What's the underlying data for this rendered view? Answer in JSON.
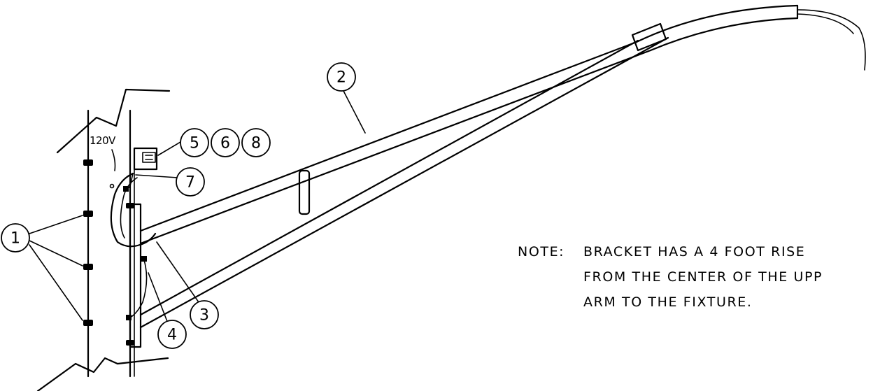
{
  "voltage_label": "120V",
  "callouts": [
    "1",
    "2",
    "3",
    "4",
    "5",
    "6",
    "7",
    "8"
  ],
  "note": {
    "prefix": "NOTE:",
    "lines": [
      "BRACKET HAS A 4 FOOT RISE",
      "FROM THE CENTER OF THE UPP",
      "ARM TO THE FIXTURE."
    ]
  }
}
